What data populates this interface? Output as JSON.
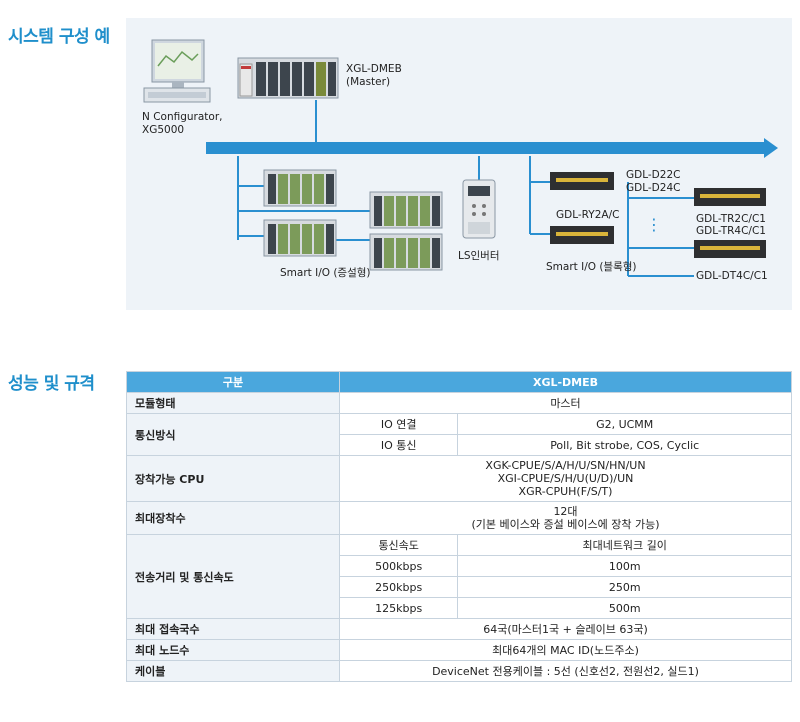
{
  "section1": {
    "title": "시스템 구성 예"
  },
  "diagram": {
    "pc_label_1": "N Configurator,",
    "pc_label_2": "XG5000",
    "master_label_1": "XGL-DMEB",
    "master_label_2": "(Master)",
    "inverter_label": "LS인버터",
    "smartio_ext_label": "Smart I/O (증설형)",
    "smartio_block_label": "Smart I/O (블록형)",
    "gdl_d22c": "GDL-D22C",
    "gdl_d24c": "GDL-D24C",
    "gdl_ry2a": "GDL-RY2A/C",
    "gdl_tr2c": "GDL-TR2C/C1",
    "gdl_tr4c": "GDL-TR4C/C1",
    "gdl_dt4c": "GDL-DT4C/C1",
    "dots": "⋮"
  },
  "section2": {
    "title": "성능 및 규격"
  },
  "spec": {
    "header_col1": "구분",
    "header_col2": "XGL-DMEB",
    "module_type": {
      "label": "모듈형태",
      "value": "마스터"
    },
    "comm_method": {
      "label": "통신방식",
      "rows": [
        {
          "name": "IO 연결",
          "value": "G2, UCMM"
        },
        {
          "name": "IO 통신",
          "value": "Poll, Bit strobe, COS, Cyclic"
        }
      ]
    },
    "cpu": {
      "label": "장착가능 CPU",
      "lines": [
        "XGK-CPUE/S/A/H/U/SN/HN/UN",
        "XGI-CPUE/S/H/U(U/D)/UN",
        "XGR-CPUH(F/S/T)"
      ]
    },
    "max_mount": {
      "label": "최대장착수",
      "lines": [
        "12대",
        "(기본 베이스와 증설 베이스에 장착 가능)"
      ]
    },
    "distance": {
      "label": "전송거리 및 통신속도",
      "head_speed": "통신속도",
      "head_length": "최대네트워크 길이",
      "rows": [
        {
          "speed": "500kbps",
          "length": "100m"
        },
        {
          "speed": "250kbps",
          "length": "250m"
        },
        {
          "speed": "125kbps",
          "length": "500m"
        }
      ]
    },
    "max_conn": {
      "label": "최대 접속국수",
      "value": "64국(마스터1국 + 슬레이브 63국)"
    },
    "max_nodes": {
      "label": "최대 노드수",
      "value": "최대64개의 MAC ID(노드주소)"
    },
    "cable": {
      "label": "케이블",
      "value": "DeviceNet 전용케이블 : 5선 (신호선2, 전원선2, 실드1)"
    }
  },
  "colors": {
    "accent": "#1f8fcb",
    "header_bg": "#4aa7dd",
    "panel_bg": "#eef3f8",
    "bus": "#2a8fd0"
  }
}
